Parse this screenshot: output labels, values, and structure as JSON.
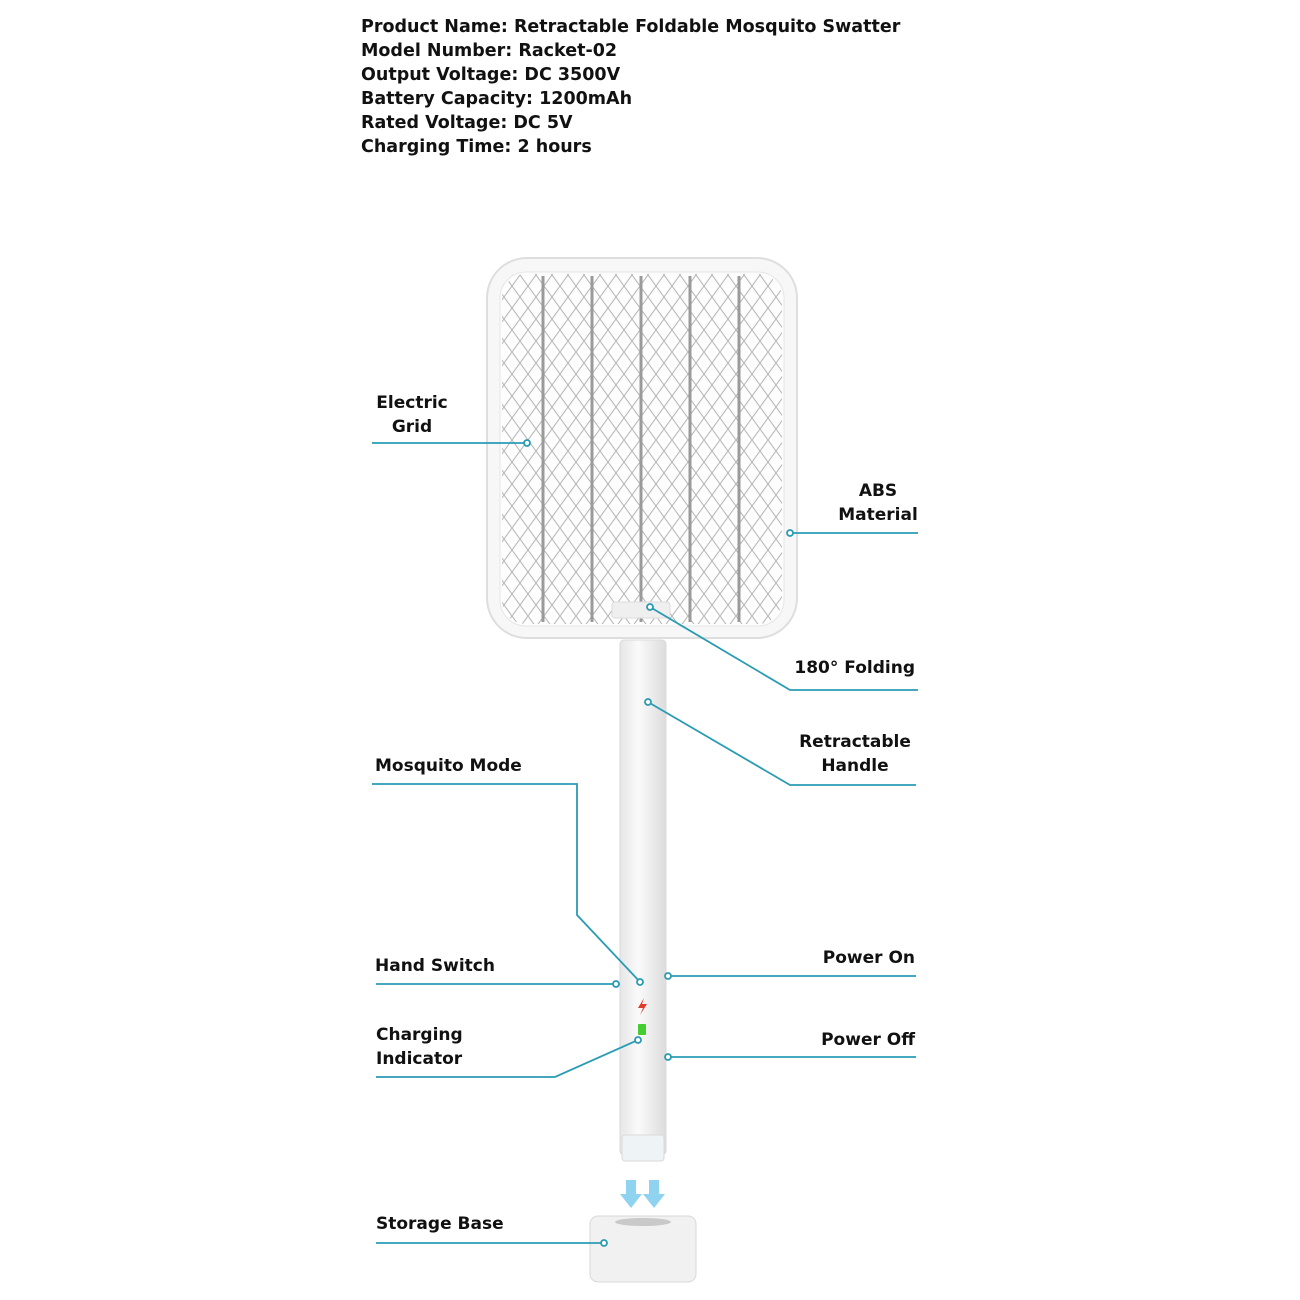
{
  "specs": {
    "product_name": "Product Name: Retractable Foldable Mosquito Swatter",
    "model_number": "Model Number: Racket-02",
    "output_voltage": "Output Voltage: DC 3500V",
    "battery_capacity": "Battery Capacity: 1200mAh",
    "rated_voltage": "Rated Voltage: DC 5V",
    "charging_time": "Charging Time: 2 hours"
  },
  "callouts": {
    "electric_grid": [
      "Electric",
      "Grid"
    ],
    "abs_material": [
      "ABS",
      "Material"
    ],
    "folding": "180° Folding",
    "retractable_handle": [
      "Retractable",
      "Handle"
    ],
    "mosquito_mode": "Mosquito Mode",
    "hand_switch": "Hand Switch",
    "power_on": "Power On",
    "charging_indicator": [
      "Charging",
      "Indicator"
    ],
    "power_off": "Power Off",
    "storage_base": "Storage Base"
  },
  "colors": {
    "callout_line": "#2a9bb5",
    "arrow": "#8fd3f0",
    "charge_red": "#e03a2a",
    "battery_green": "#44cc33"
  }
}
